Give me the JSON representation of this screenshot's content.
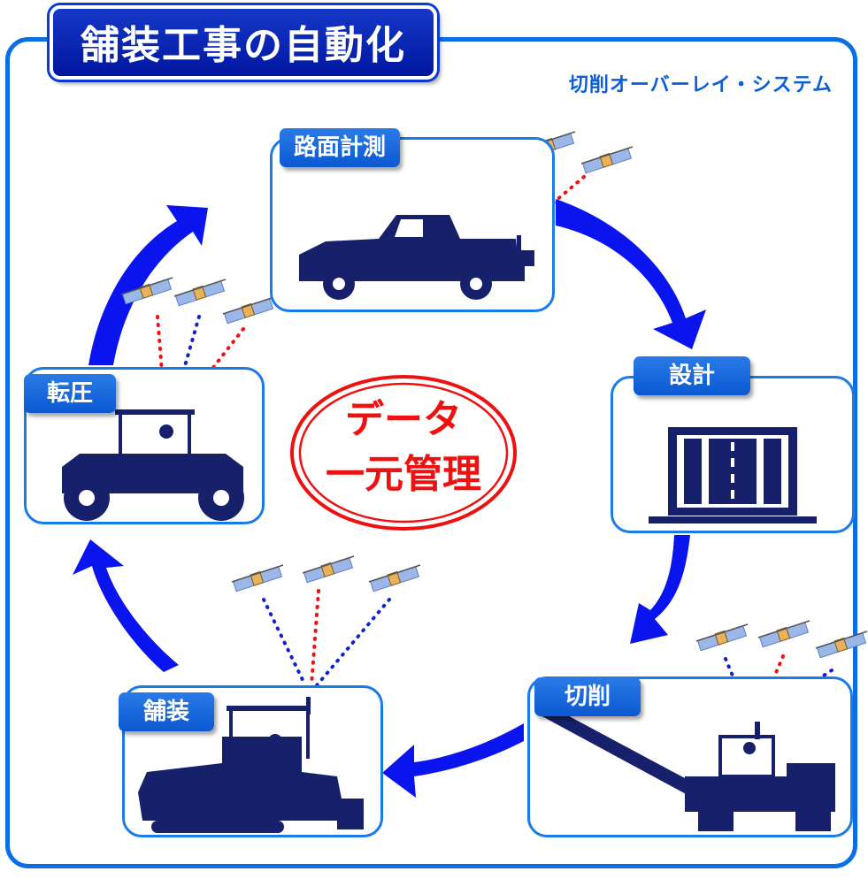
{
  "title": "舗装工事の自動化",
  "subtitle": "切削オーバーレイ・システム",
  "center": {
    "line1": "データ",
    "line2": "一元管理"
  },
  "stages": {
    "measure": "路面計測",
    "design": "設計",
    "cutting": "切削",
    "paving": "舗装",
    "rolling": "転圧"
  },
  "colors": {
    "arrow": "#0a14ee",
    "frame": "#0a6ee6",
    "label": "#1166dd",
    "machine": "#17206a",
    "center": "#ee1111"
  }
}
